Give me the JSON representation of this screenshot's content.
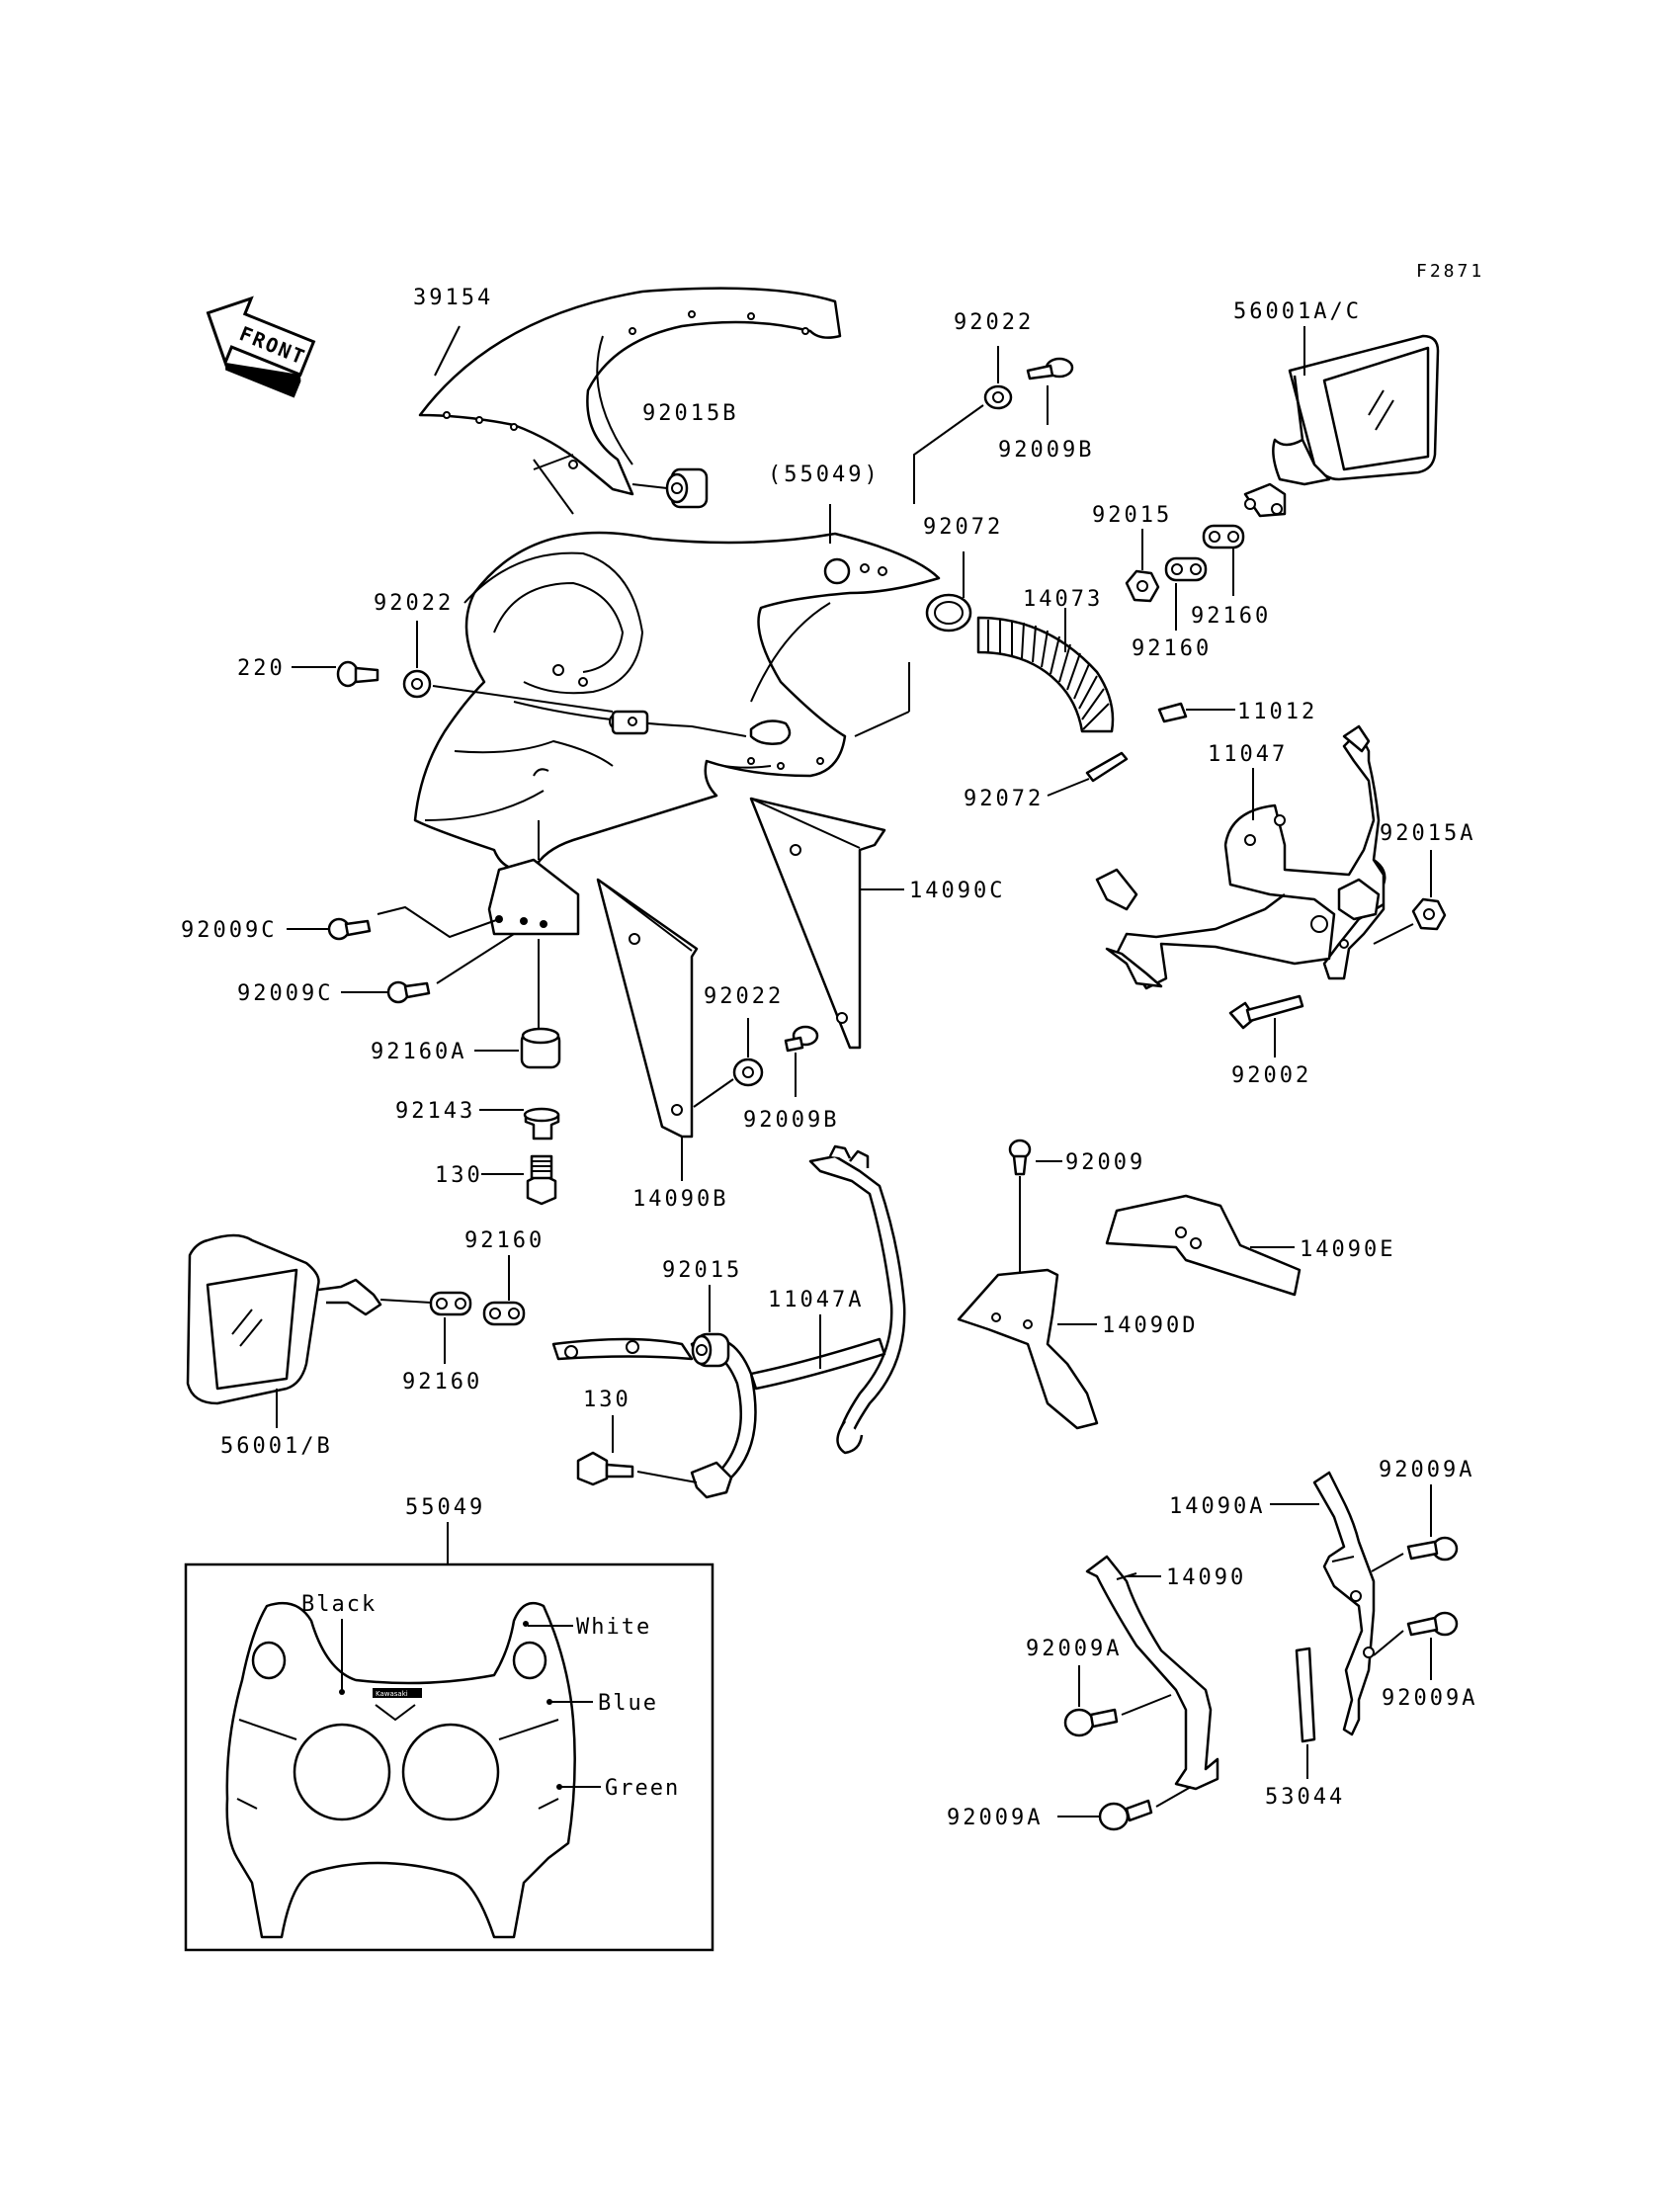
{
  "diagram_code": "F2871",
  "front_arrow_label": "FRONT",
  "parts": {
    "p39154": "39154",
    "p92015B": "92015B",
    "p55049_paren": "(55049)",
    "p92022_top": "92022",
    "p92009B_top": "92009B",
    "p56001AC": "56001A/C",
    "p92015_top": "92015",
    "p92160_top_a": "92160",
    "p92160_top_b": "92160",
    "p92072_top": "92072",
    "p14073": "14073",
    "p11012": "11012",
    "p92072_bot": "92072",
    "p11047": "11047",
    "p92015A": "92015A",
    "p92002": "92002",
    "p92022_left": "92022",
    "p220": "220",
    "p14090C": "14090C",
    "p92009C_a": "92009C",
    "p92009C_b": "92009C",
    "p92160A": "92160A",
    "p92022_mid": "92022",
    "p92009B_mid": "92009B",
    "p92143": "92143",
    "p130_top": "130",
    "p14090B": "14090B",
    "p92009": "92009",
    "p14090E": "14090E",
    "p14090D": "14090D",
    "p92160_bot_a": "92160",
    "p92015_bot": "92015",
    "p11047A": "11047A",
    "p92160_bot_b": "92160",
    "p56001B": "56001/B",
    "p130_bot": "130",
    "p55049": "55049",
    "p14090A": "14090A",
    "p92009A_tr": "92009A",
    "p14090": "14090",
    "p92009A_l1": "92009A",
    "p92009A_r2": "92009A",
    "p53044": "53044",
    "p92009A_l2": "92009A"
  },
  "inset_colors": {
    "black": "Black",
    "white": "White",
    "blue": "Blue",
    "green": "Green"
  },
  "inset_logo": "Kawasaki"
}
